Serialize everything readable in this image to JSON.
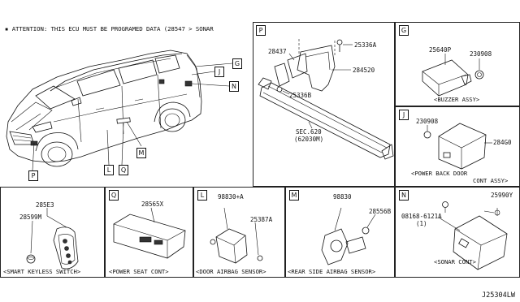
{
  "attention_note": "▪ ATTENTION: THIS ECU MUST BE PROGRAMED DATA (28547 > SONAR",
  "vehicle_callouts": [
    "G",
    "J",
    "N",
    "M",
    "L",
    "Q",
    "P"
  ],
  "panels": {
    "P": {
      "tag": "P",
      "parts": [
        "28437",
        "25336A",
        "284520",
        "25336B"
      ],
      "sec_ref": "SEC.620",
      "sec_sub": "(62030M)"
    },
    "G": {
      "tag": "G",
      "parts": [
        "25640P",
        "230908"
      ],
      "caption": "<BUZZER ASSY>"
    },
    "J": {
      "tag": "J",
      "parts": [
        "230908",
        "284G0"
      ],
      "caption_line1": "<POWER BACK DOOR",
      "caption_line2": "CONT ASSY>"
    },
    "smart_key": {
      "parts": [
        "285E3",
        "28599M"
      ],
      "caption": "<SMART KEYLESS SWITCH>"
    },
    "Q": {
      "tag": "Q",
      "parts": [
        "28565X"
      ],
      "caption": "<POWER SEAT CONT>"
    },
    "L": {
      "tag": "L",
      "parts": [
        "98830+A",
        "25387A"
      ],
      "caption": "<DOOR AIRBAG SENSOR>"
    },
    "M": {
      "tag": "M",
      "parts": [
        "98830",
        "28556B"
      ],
      "caption": "<REAR SIDE AIRBAG SENSOR>"
    },
    "N": {
      "tag": "N",
      "parts": [
        "25990Y",
        "08168-6121A",
        "(1)"
      ],
      "caption": "<SONAR CONT>"
    }
  },
  "diagram_id": "J25304LW"
}
